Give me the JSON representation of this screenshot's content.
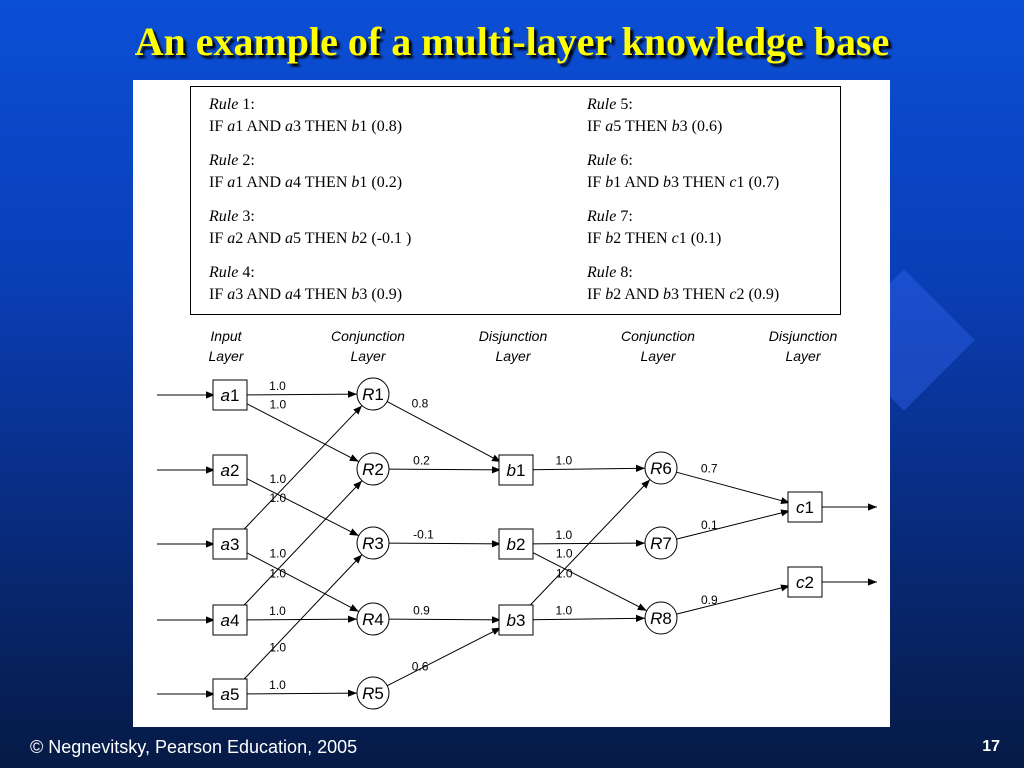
{
  "title": "An example of a multi-layer knowledge base",
  "rules": [
    {
      "name": "Rule",
      "num": "1",
      "parts": [
        "IF ",
        "a",
        "1 AND ",
        "a",
        "3 THEN ",
        "b",
        "1 (0.8)"
      ]
    },
    {
      "name": "Rule",
      "num": "2",
      "parts": [
        "IF ",
        "a",
        "1 AND ",
        "a",
        "4 THEN ",
        "b",
        "1 (0.2)"
      ]
    },
    {
      "name": "Rule",
      "num": "3",
      "parts": [
        "IF ",
        "a",
        "2 AND ",
        "a",
        "5 THEN ",
        "b",
        "2 (-0.1 )"
      ]
    },
    {
      "name": "Rule",
      "num": "4",
      "parts": [
        "IF ",
        "a",
        "3 AND ",
        "a",
        "4 THEN ",
        "b",
        "3 (0.9)"
      ]
    },
    {
      "name": "Rule",
      "num": "5",
      "parts": [
        "IF ",
        "a",
        "5 THEN ",
        "b",
        "3 (0.6)"
      ]
    },
    {
      "name": "Rule",
      "num": "6",
      "parts": [
        "IF ",
        "b",
        "1 AND ",
        "b",
        "3 THEN ",
        "c",
        "1 (0.7)"
      ]
    },
    {
      "name": "Rule",
      "num": "7",
      "parts": [
        "IF ",
        "b",
        "2 THEN ",
        "c",
        "1 (0.1)"
      ]
    },
    {
      "name": "Rule",
      "num": "8",
      "parts": [
        "IF ",
        "b",
        "2 AND ",
        "b",
        "3 THEN ",
        "c",
        "2 (0.9)"
      ]
    }
  ],
  "layers": [
    {
      "line1": "Input",
      "line2": "Layer"
    },
    {
      "line1": "Conjunction",
      "line2": "Layer"
    },
    {
      "line1": "Disjunction",
      "line2": "Layer"
    },
    {
      "line1": "Conjunction",
      "line2": "Layer"
    },
    {
      "line1": "Disjunction",
      "line2": "Layer"
    }
  ],
  "nodes": {
    "a1": {
      "letter": "a",
      "index": "1",
      "shape": "box"
    },
    "a2": {
      "letter": "a",
      "index": "2",
      "shape": "box"
    },
    "a3": {
      "letter": "a",
      "index": "3",
      "shape": "box"
    },
    "a4": {
      "letter": "a",
      "index": "4",
      "shape": "box"
    },
    "a5": {
      "letter": "a",
      "index": "5",
      "shape": "box"
    },
    "R1": {
      "letter": "R",
      "index": "1",
      "shape": "circle"
    },
    "R2": {
      "letter": "R",
      "index": "2",
      "shape": "circle"
    },
    "R3": {
      "letter": "R",
      "index": "3",
      "shape": "circle"
    },
    "R4": {
      "letter": "R",
      "index": "4",
      "shape": "circle"
    },
    "R5": {
      "letter": "R",
      "index": "5",
      "shape": "circle"
    },
    "b1": {
      "letter": "b",
      "index": "1",
      "shape": "box"
    },
    "b2": {
      "letter": "b",
      "index": "2",
      "shape": "box"
    },
    "b3": {
      "letter": "b",
      "index": "3",
      "shape": "box"
    },
    "R6": {
      "letter": "R",
      "index": "6",
      "shape": "circle"
    },
    "R7": {
      "letter": "R",
      "index": "7",
      "shape": "circle"
    },
    "R8": {
      "letter": "R",
      "index": "8",
      "shape": "circle"
    },
    "c1": {
      "letter": "c",
      "index": "1",
      "shape": "box"
    },
    "c2": {
      "letter": "c",
      "index": "2",
      "shape": "box"
    }
  },
  "edges": [
    {
      "from": "a1",
      "to": "R1",
      "label": "1.0"
    },
    {
      "from": "a1",
      "to": "R2",
      "label": "1.0"
    },
    {
      "from": "a3",
      "to": "R1",
      "label": "1.0"
    },
    {
      "from": "a4",
      "to": "R2",
      "label": "1.0"
    },
    {
      "from": "a2",
      "to": "R3",
      "label": "1.0"
    },
    {
      "from": "a5",
      "to": "R3",
      "label": "1.0"
    },
    {
      "from": "a3",
      "to": "R4",
      "label": "1.0"
    },
    {
      "from": "a4",
      "to": "R4",
      "label": "1.0"
    },
    {
      "from": "a5",
      "to": "R5",
      "label": "1.0"
    },
    {
      "from": "R1",
      "to": "b1",
      "label": "0.8"
    },
    {
      "from": "R2",
      "to": "b1",
      "label": "0.2"
    },
    {
      "from": "R3",
      "to": "b2",
      "label": "-0.1"
    },
    {
      "from": "R4",
      "to": "b3",
      "label": "0.9"
    },
    {
      "from": "R5",
      "to": "b3",
      "label": "0.6"
    },
    {
      "from": "b1",
      "to": "R6",
      "label": "1.0"
    },
    {
      "from": "b3",
      "to": "R6",
      "label": "1.0"
    },
    {
      "from": "b2",
      "to": "R7",
      "label": "1.0"
    },
    {
      "from": "b2",
      "to": "R8",
      "label": "1.0"
    },
    {
      "from": "b3",
      "to": "R8",
      "label": "1.0"
    },
    {
      "from": "R6",
      "to": "c1",
      "label": "0.7"
    },
    {
      "from": "R7",
      "to": "c1",
      "label": "0.1"
    },
    {
      "from": "R8",
      "to": "c2",
      "label": "0.9"
    }
  ],
  "footer": "© Negnevitsky, Pearson Education, 2005",
  "page_number": "17",
  "colors": {
    "title": "#ffff00",
    "background": "#0a3fb8",
    "panel": "#ffffff"
  }
}
